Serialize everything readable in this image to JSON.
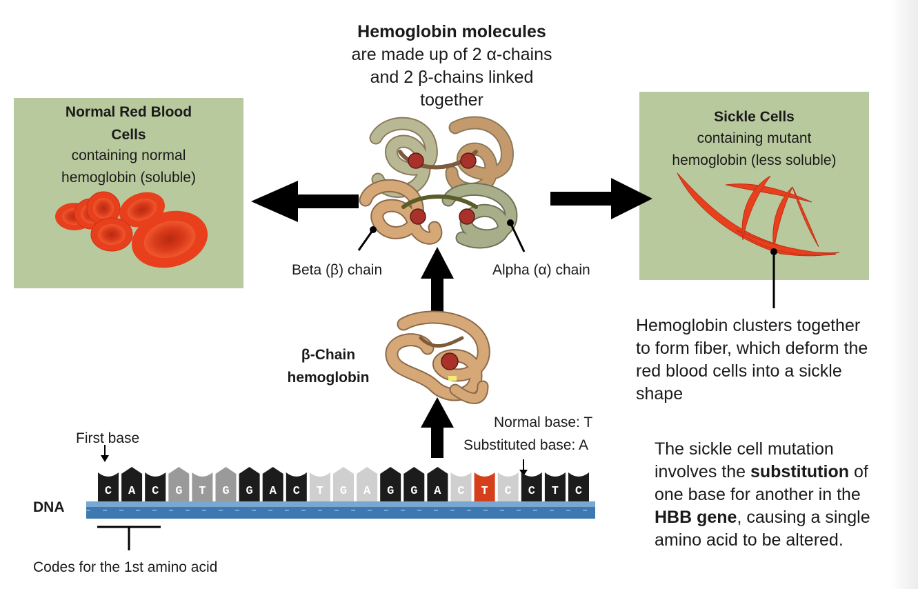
{
  "title": {
    "bold": "Hemoglobin molecules",
    "line2": "are made up of 2 α-chains",
    "line3": "and 2 β-chains linked",
    "line4": "together"
  },
  "normal_panel": {
    "title_line1": "Normal Red Blood",
    "title_line2": "Cells",
    "text_line1": "containing normal",
    "text_line2": "hemoglobin (soluble)"
  },
  "sickle_panel": {
    "title": "Sickle Cells",
    "text_line1": "containing mutant",
    "text_line2": "hemoglobin (less soluble)"
  },
  "labels": {
    "beta_chain": "Beta (β) chain",
    "alpha_chain": "Alpha (α) chain",
    "beta_chain_hemoglobin_line1": "β-Chain",
    "beta_chain_hemoglobin_line2": "hemoglobin",
    "normal_base": "Normal base: T",
    "substituted_base": "Substituted base: A",
    "first_base": "First base",
    "dna": "DNA",
    "codes_for": "Codes for the 1st amino acid"
  },
  "fiber_note": {
    "line1": "Hemoglobin clusters together",
    "line2": "to form fiber, which deform the",
    "line3": "red blood cells into a sickle",
    "line4": "shape"
  },
  "mutation_note": {
    "line1": "The sickle cell mutation",
    "line2_pre": "involves the ",
    "line2_bold": "substitution",
    "line2_post": " of",
    "line3": "one base for another in the",
    "line4_bold": "HBB gene",
    "line4_post": ", causing a single",
    "line5": "amino acid to be altered."
  },
  "dna_sequence": {
    "bases": [
      "C",
      "A",
      "C",
      "G",
      "T",
      "G",
      "G",
      "A",
      "C",
      "T",
      "G",
      "A",
      "G",
      "G",
      "A",
      "C",
      "T",
      "C",
      "C",
      "T",
      "C"
    ],
    "shades": [
      "dark",
      "dark",
      "dark",
      "mid",
      "mid",
      "mid",
      "dark",
      "dark",
      "dark",
      "light",
      "light",
      "light",
      "dark",
      "dark",
      "dark",
      "light",
      "red",
      "light",
      "dark",
      "dark",
      "dark"
    ]
  },
  "colors": {
    "panel_green": "#b9c99e",
    "blood_red": "#e8401c",
    "dna_blue": "#3d78b0",
    "beta_tan": "#d6a878",
    "alpha_olive": "#a9ae8a",
    "heme_red": "#a8322a"
  },
  "icons": [
    "arrow-left-icon",
    "arrow-right-icon",
    "arrow-up-icon",
    "down-arrow-icon"
  ]
}
